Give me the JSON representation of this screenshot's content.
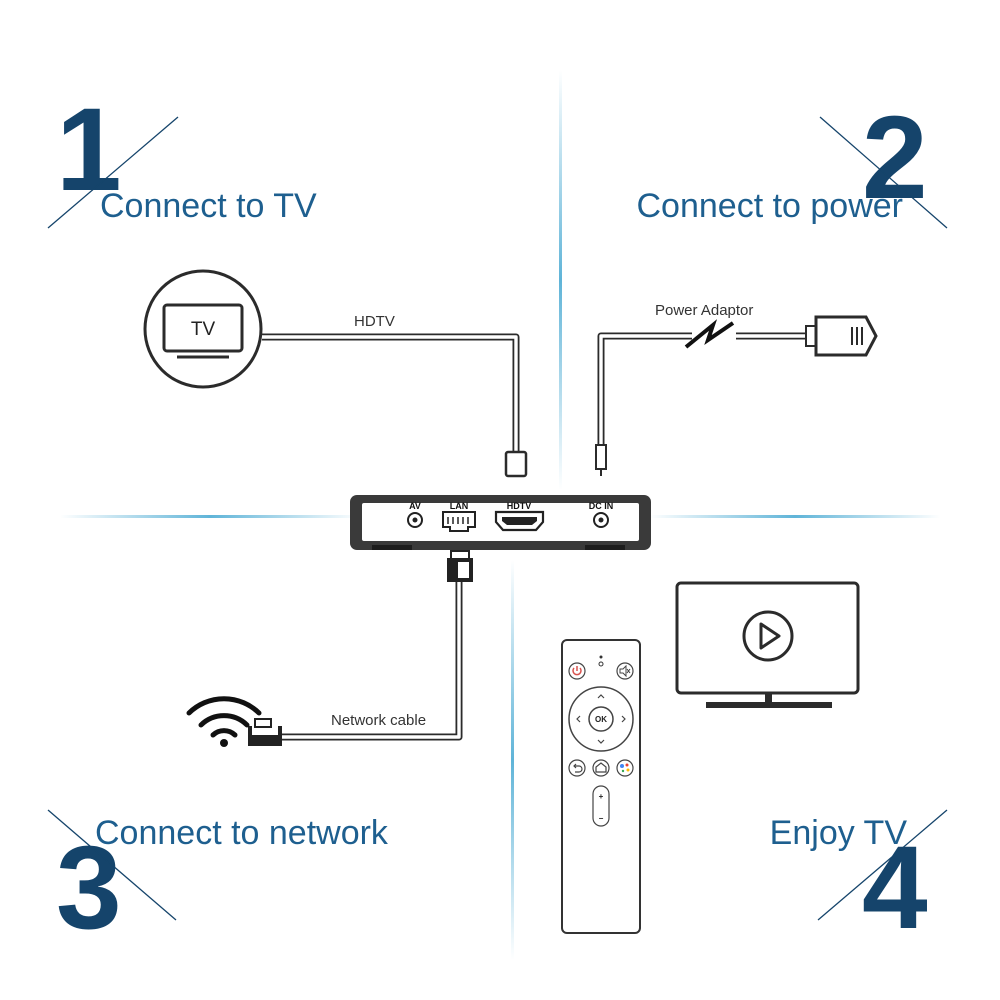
{
  "steps": [
    {
      "number": "1",
      "label": "Connect to TV"
    },
    {
      "number": "2",
      "label": "Connect to power"
    },
    {
      "number": "3",
      "label": "Connect to network"
    },
    {
      "number": "4",
      "label": "Enjoy TV"
    }
  ],
  "cables": {
    "hdtv": "HDTV",
    "power": "Power Adaptor",
    "network": "Network cable"
  },
  "tv_icon_label": "TV",
  "box_ports": [
    "AV",
    "LAN",
    "HDTV",
    "DC IN"
  ],
  "remote": {
    "ok_label": "OK",
    "vol_plus": "+",
    "vol_minus": "−"
  },
  "colors": {
    "number": "#15446b",
    "step_text": "#1e5f8f",
    "divider": "#5fb4d8",
    "power_button": "#d9534f"
  },
  "icons": [
    "tv-icon",
    "power-plug-icon",
    "wifi-icon",
    "play-icon",
    "power-icon",
    "mute-icon",
    "back-icon",
    "home-icon",
    "assistant-icon"
  ]
}
